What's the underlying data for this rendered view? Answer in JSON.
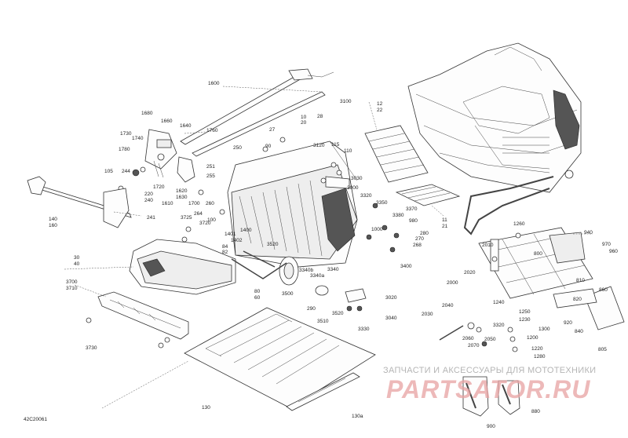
{
  "figure_id": "42C20061",
  "watermark": {
    "tagline": "ЗАПЧАСТИ И АКСЕССУАРЫ ДЛЯ МОТОТЕХНИКИ",
    "logo": "PARTSATOR.RU"
  },
  "callouts": [
    "1600",
    "3100",
    "1680",
    "1660",
    "1640",
    "1730",
    "1740",
    "1760",
    "1780",
    "105",
    "244",
    "1720",
    "220",
    "240",
    "1620",
    "1630",
    "1700",
    "1610",
    "241",
    "140",
    "160",
    "27",
    "90",
    "250",
    "251",
    "255",
    "260",
    "264",
    "100",
    "10",
    "20",
    "28",
    "3120",
    "115",
    "110",
    "3030",
    "3000",
    "12",
    "22",
    "3320",
    "3350",
    "3370",
    "3380",
    "980",
    "280",
    "270",
    "268",
    "1000",
    "1400",
    "1401",
    "1402",
    "84",
    "82",
    "3520",
    "3725",
    "3720",
    "30",
    "40",
    "3700",
    "3710",
    "3730",
    "3340b",
    "3340a",
    "3340",
    "3400",
    "3500",
    "290",
    "3510",
    "3520",
    "3020",
    "3040",
    "3330",
    "80",
    "60",
    "130",
    "130a",
    "11",
    "21",
    "1260",
    "940",
    "970",
    "960",
    "800",
    "2010",
    "2020",
    "2000",
    "2040",
    "2030",
    "1240",
    "1230",
    "1250",
    "1300",
    "1200",
    "1220",
    "2050",
    "2060",
    "2070",
    "3320",
    "810",
    "820",
    "860",
    "920",
    "840",
    "805",
    "1280",
    "880",
    "900"
  ]
}
